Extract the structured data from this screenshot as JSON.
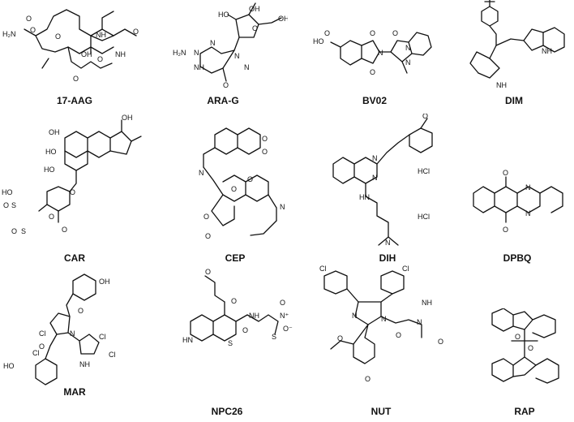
{
  "figure": {
    "compounds": [
      {
        "id": "17aag",
        "name": "17-AAG"
      },
      {
        "id": "arag",
        "name": "ARA-G"
      },
      {
        "id": "bv02",
        "name": "BV02"
      },
      {
        "id": "dim",
        "name": "DIM"
      },
      {
        "id": "car",
        "name": "CAR"
      },
      {
        "id": "cep",
        "name": "CEP"
      },
      {
        "id": "dih",
        "name": "DIH"
      },
      {
        "id": "dpbq",
        "name": "DPBQ"
      },
      {
        "id": "mar",
        "name": "MAR"
      },
      {
        "id": "npc26",
        "name": "NPC26"
      },
      {
        "id": "nut",
        "name": "NUT"
      },
      {
        "id": "rap",
        "name": "RAP"
      }
    ],
    "atom_labels": {
      "aag": {
        "h2n": "H₂N",
        "o1": "O",
        "o2": "O",
        "ome": "O",
        "oh": "OH",
        "nh1": "NH",
        "nh2": "NH",
        "o3": "O",
        "o4": "O"
      },
      "arag": {
        "oh1": "OH",
        "oh2": "HO",
        "oh3": "OH",
        "n1": "N",
        "n2": "N",
        "n3": "N",
        "nh": "NH",
        "h2n": "H₂N",
        "o": "O",
        "ring_o": "O",
        "n4": "N"
      },
      "bv02": {
        "ho": "HO",
        "o1": "O",
        "o2": "O",
        "o3": "O",
        "o4": "O",
        "n1": "N",
        "n2": "N",
        "n3": "N"
      },
      "dim": {
        "nh1": "NH",
        "nh2": "NH"
      },
      "car": {
        "oh": "OH",
        "oh2": "OH",
        "ho": "HO",
        "o1": "O",
        "hooc": "HO",
        "o_s1": "O",
        "s1": "S",
        "o_s2": "O",
        "s2": "S",
        "o_a": "O",
        "o_b": "O",
        "ho3": "HO"
      },
      "cep": {
        "n1": "N",
        "n2": "N",
        "o1": "O",
        "o2": "O",
        "o3": "O",
        "o4": "O",
        "o5": "O",
        "o6": "O"
      },
      "dih": {
        "n1": "N",
        "n2": "N",
        "hn": "HN",
        "n3": "N",
        "hcl1": "HCl",
        "hcl2": "HCl",
        "o": "O"
      },
      "dpbq": {
        "o1": "O",
        "o2": "O",
        "n1": "N",
        "n2": "N"
      },
      "mar": {
        "oh": "OH",
        "ho": "HO",
        "cl1": "Cl",
        "cl2": "Cl",
        "cl3": "Cl",
        "cl4": "Cl",
        "n": "N",
        "nh": "NH",
        "o1": "O",
        "o2": "O"
      },
      "npc26": {
        "o1": "O",
        "o2": "O",
        "o3": "O",
        "hn": "HN",
        "s1": "S",
        "s2": "S",
        "nh": "NH",
        "n": "N⁺",
        "om": "O⁻",
        "o4": "O"
      },
      "nut": {
        "cl1": "Cl",
        "cl2": "Cl",
        "n1": "N",
        "n2": "N",
        "n3": "N",
        "o1": "O",
        "o2": "O",
        "o3": "O",
        "nh": "NH",
        "o4": "O"
      },
      "rap": {
        "o1": "O",
        "o2": "O"
      },
      "generic": {
        "o": "O"
      }
    }
  }
}
